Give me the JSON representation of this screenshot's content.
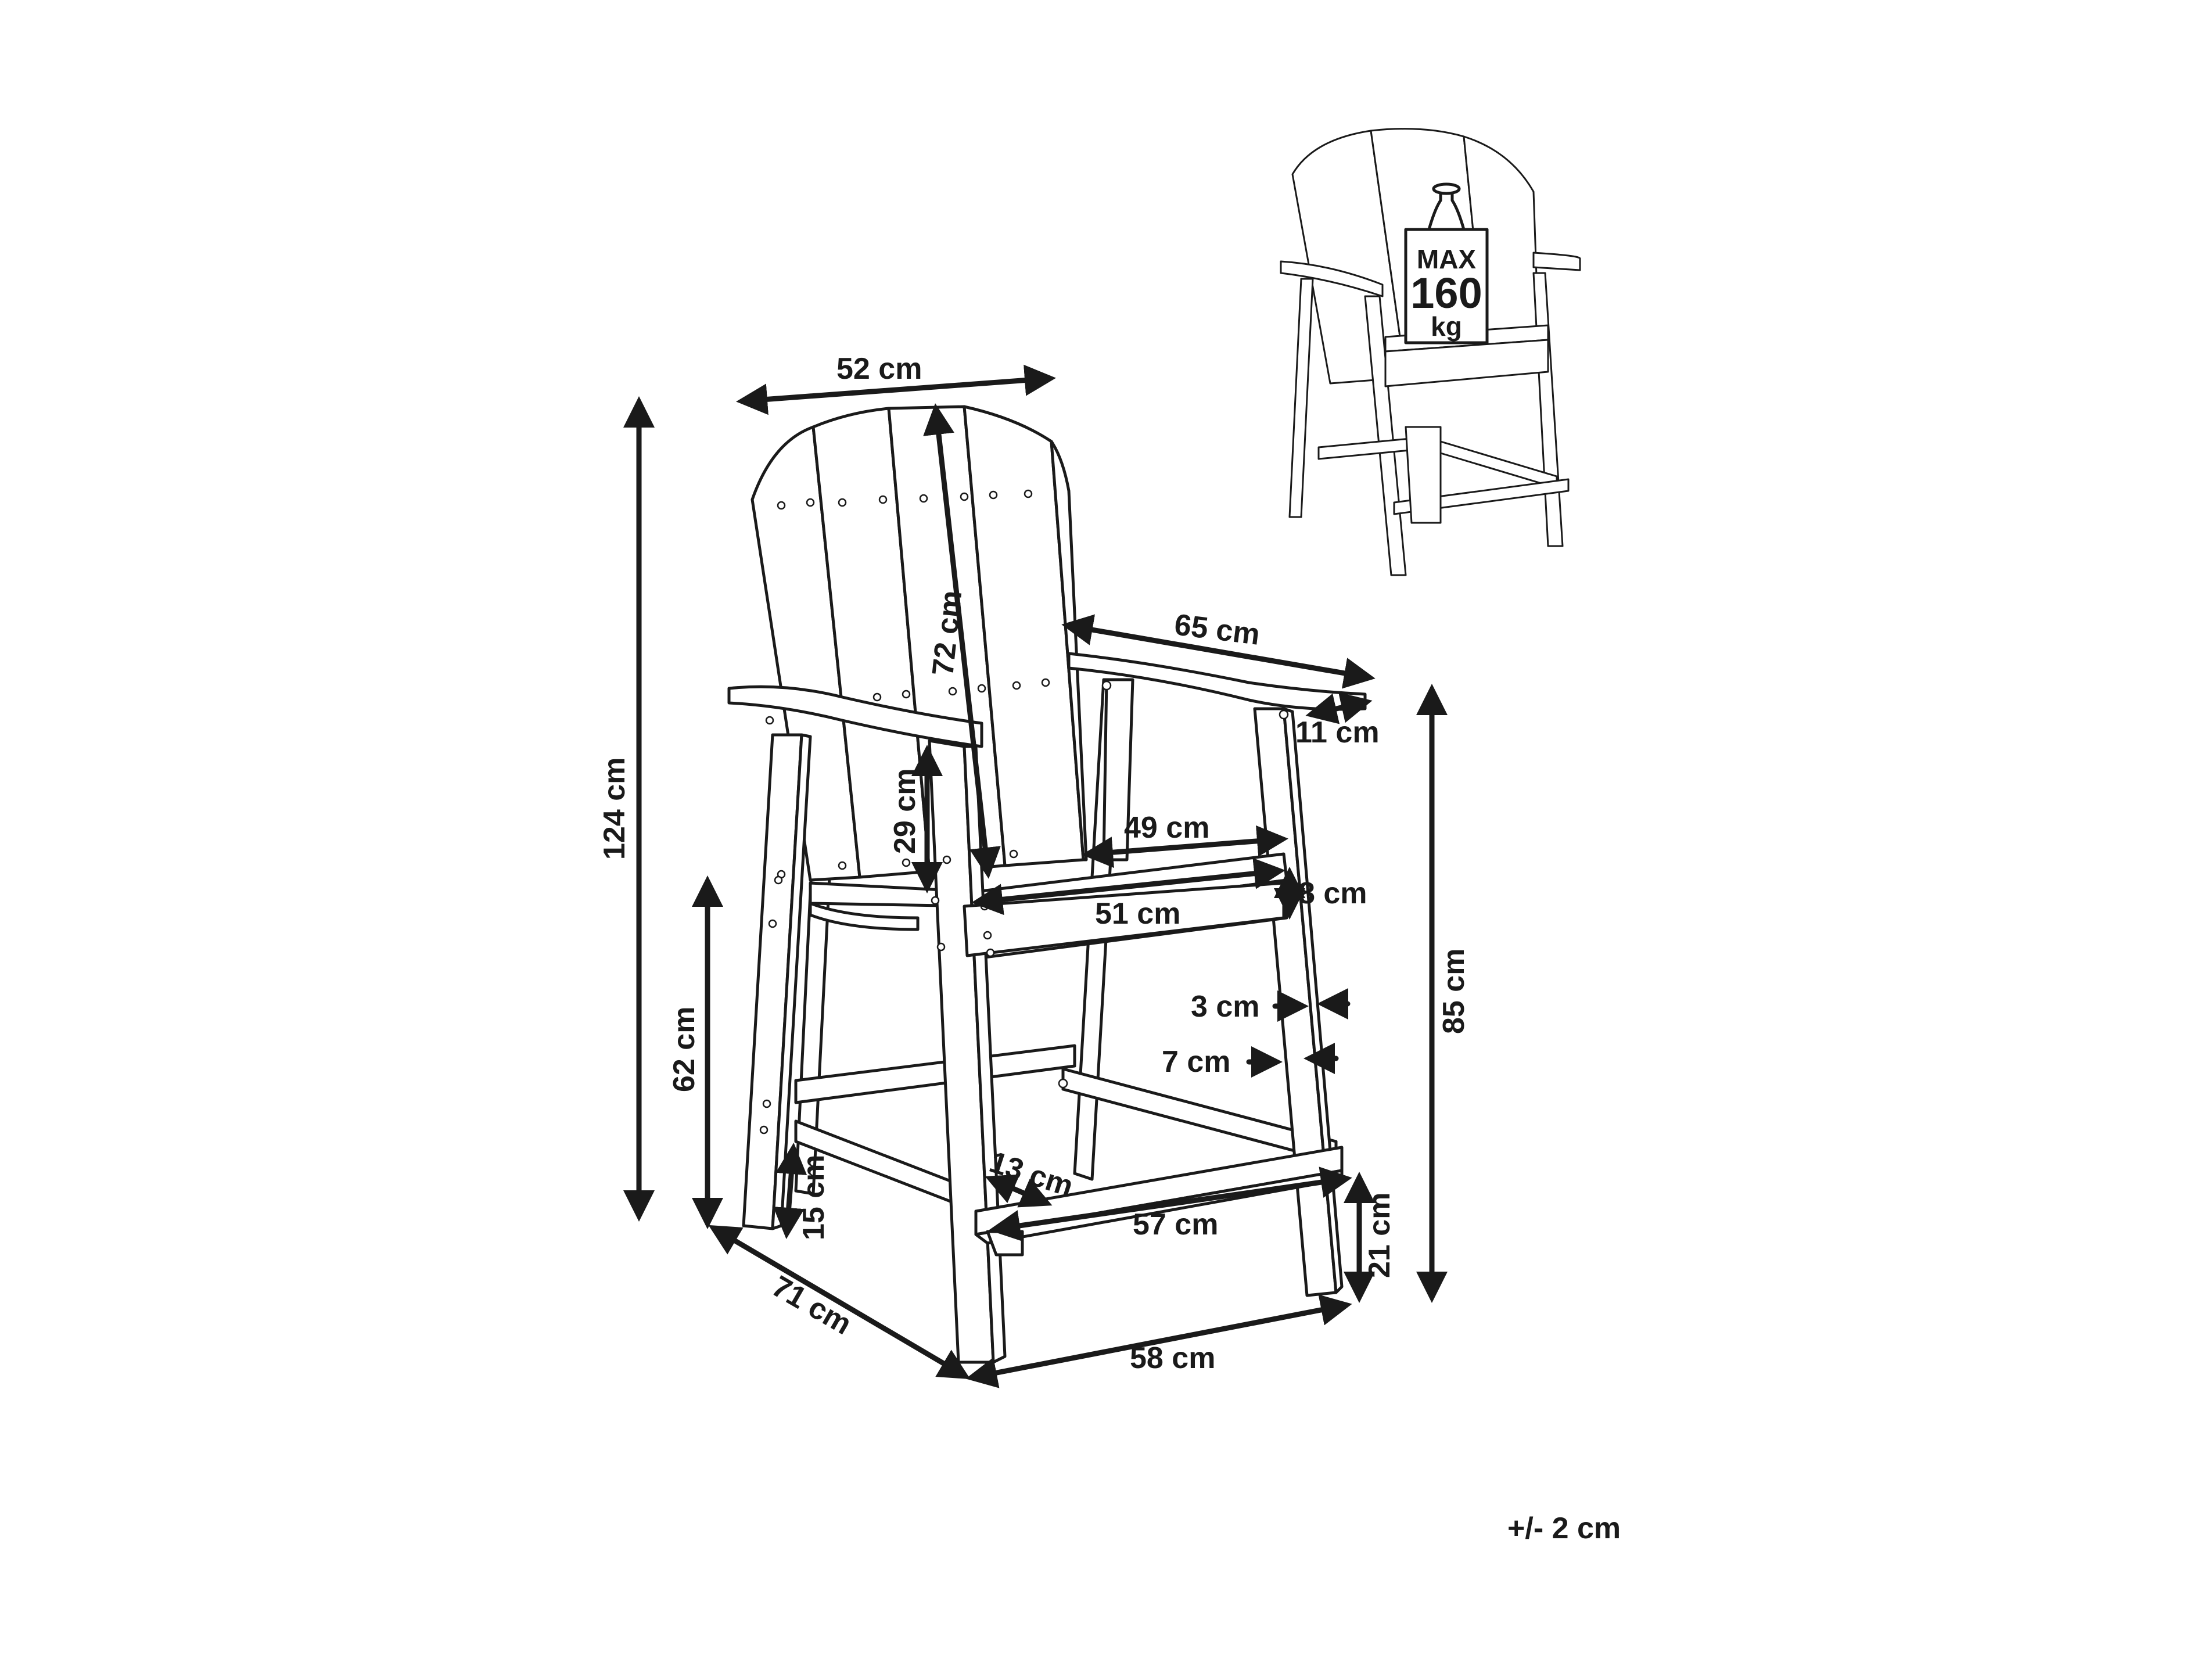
{
  "dimensions": {
    "width_top": "52 cm",
    "total_height": "124 cm",
    "backrest": "72 cm",
    "armrest_length": "65 cm",
    "armrest_width": "11 cm",
    "arm_height": "29 cm",
    "seat_depth": "49 cm",
    "seat_width": "51 cm",
    "seat_thickness": "8 cm",
    "leg_width": "3 cm",
    "leg_depth": "7 cm",
    "seat_height_front": "62 cm",
    "arm_height_total": "85 cm",
    "footrest_width": "13 cm",
    "footrest_length": "57 cm",
    "lower_rail": "15 cm",
    "footrest_height": "21 cm",
    "depth_total": "71 cm",
    "width_total": "58 cm"
  },
  "max_load": {
    "line1": "MAX",
    "line2": "160",
    "line3": "kg"
  },
  "tolerance": "+/- 2 cm"
}
